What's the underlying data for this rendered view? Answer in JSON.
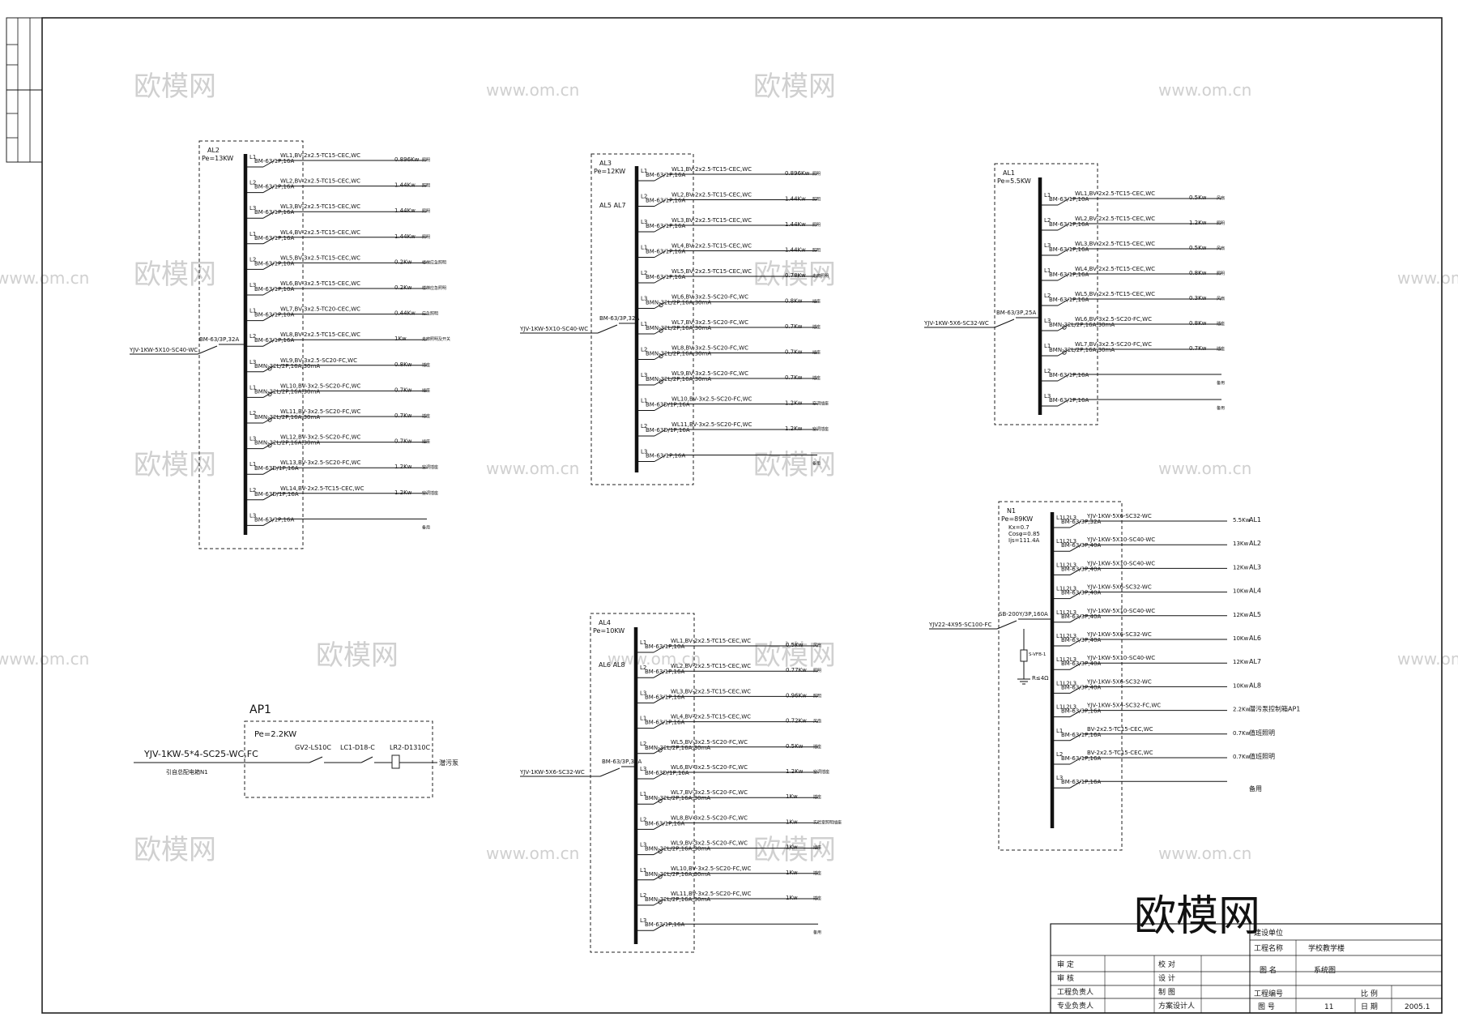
{
  "watermark": {
    "brand": "欧模网",
    "url": "www.om.cn"
  },
  "logo": "欧模网",
  "panels": [
    {
      "id": "AL2",
      "name": "AL2",
      "pe": "Pe=13KW",
      "sub": "",
      "feeder": "YJV-1KW-5X10-SC40-WC",
      "main_breaker": "BM-63/3P,32A",
      "circuits": [
        {
          "phase": "L1",
          "breaker": "BM-63/1P,16A",
          "cable": "WL1,BV-2x2.5-TC15-CEC,WC",
          "load": "0.896Kw",
          "use": "照明"
        },
        {
          "phase": "L2",
          "breaker": "BM-63/1P,16A",
          "cable": "WL2,BV-2x2.5-TC15-CEC,WC",
          "load": "1.44Kw",
          "use": "照明"
        },
        {
          "phase": "L3",
          "breaker": "BM-63/1P,16A",
          "cable": "WL3,BV-2x2.5-TC15-CEC,WC",
          "load": "1.44Kw",
          "use": "照明"
        },
        {
          "phase": "L1",
          "breaker": "BM-63/1P,16A",
          "cable": "WL4,BV-2x2.5-TC15-CEC,WC",
          "load": "1.44Kw",
          "use": "照明"
        },
        {
          "phase": "L2",
          "breaker": "BM-63/1P,10A",
          "cable": "WL5,BV-3x2.5-TC15-CEC,WC",
          "load": "0.2Kw",
          "use": "楼梯应急照明"
        },
        {
          "phase": "L3",
          "breaker": "BM-63/1P,10A",
          "cable": "WL6,BV-3x2.5-TC15-CEC,WC",
          "load": "0.2Kw",
          "use": "楼梯应急照明"
        },
        {
          "phase": "L1",
          "breaker": "BM-63/1P,10A",
          "cable": "WL7,BV-3x2.5-TC20-CEC,WC",
          "load": "0.44Kw",
          "use": "应急照明"
        },
        {
          "phase": "L2",
          "breaker": "BM-63/1P,16A",
          "cable": "WL8,BV-2x2.5-TC15-CEC,WC",
          "load": "1Kw",
          "use": "走廊照明及开关"
        },
        {
          "phase": "L3",
          "breaker": "BMN-32L/2P,16A,30mA",
          "cable": "WL9,BV-3x2.5-SC20-FC,WC",
          "load": "0.8Kw",
          "use": "插座"
        },
        {
          "phase": "L1",
          "breaker": "BMN-32L/2P,16A,30mA",
          "cable": "WL10,BV-3x2.5-SC20-FC,WC",
          "load": "0.7Kw",
          "use": "插座"
        },
        {
          "phase": "L2",
          "breaker": "BMN-32L/2P,16A,30mA",
          "cable": "WL11,BV-3x2.5-SC20-FC,WC",
          "load": "0.7Kw",
          "use": "插座"
        },
        {
          "phase": "L3",
          "breaker": "BMN-32L/2P,16A,30mA",
          "cable": "WL12,BV-3x2.5-SC20-FC,WC",
          "load": "0.7Kw",
          "use": "插座"
        },
        {
          "phase": "L1",
          "breaker": "BM-63D/1P,16A",
          "cable": "WL13,BV-3x2.5-SC20-FC,WC",
          "load": "1.2Kw",
          "use": "空调插座"
        },
        {
          "phase": "L2",
          "breaker": "BM-63D/1P,16A",
          "cable": "WL14,BV-2x2.5-TC15-CEC,WC",
          "load": "1.2Kw",
          "use": "空调插座"
        },
        {
          "phase": "L3",
          "breaker": "BM-63/1P,16A",
          "cable": "",
          "load": "",
          "use": "备用"
        }
      ]
    },
    {
      "id": "AL3",
      "name": "AL3",
      "pe": "Pe=12KW",
      "sub": "AL5  AL7",
      "feeder": "YJV-1KW-5X10-SC40-WC",
      "main_breaker": "BM-63/3P,32A",
      "circuits": [
        {
          "phase": "L1",
          "breaker": "BM-63/1P,16A",
          "cable": "WL1,BV-2x2.5-TC15-CEC,WC",
          "load": "0.896Kw",
          "use": "照明"
        },
        {
          "phase": "L2",
          "breaker": "BM-63/1P,16A",
          "cable": "WL2,BV-2x2.5-TC15-CEC,WC",
          "load": "1.44Kw",
          "use": "照明"
        },
        {
          "phase": "L3",
          "breaker": "BM-63/1P,16A",
          "cable": "WL3,BV-2x2.5-TC15-CEC,WC",
          "load": "1.44Kw",
          "use": "照明"
        },
        {
          "phase": "L1",
          "breaker": "BM-63/1P,16A",
          "cable": "WL4,BV-2x2.5-TC15-CEC,WC",
          "load": "1.44Kw",
          "use": "照明"
        },
        {
          "phase": "L2",
          "breaker": "BM-63/1P,16A",
          "cable": "WL5,BV-2x2.5-TC15-CEC,WC",
          "load": "0.78Kw",
          "use": "走廊照明"
        },
        {
          "phase": "L3",
          "breaker": "BMN-32L/2P,16A,30mA",
          "cable": "WL6,BV-3x2.5-SC20-FC,WC",
          "load": "0.8Kw",
          "use": "插座"
        },
        {
          "phase": "L1",
          "breaker": "BMN-32L/2P,16A,30mA",
          "cable": "WL7,BV-3x2.5-SC20-FC,WC",
          "load": "0.7Kw",
          "use": "插座"
        },
        {
          "phase": "L2",
          "breaker": "BMN-32L/2P,16A,30mA",
          "cable": "WL8,BV-3x2.5-SC20-FC,WC",
          "load": "0.7Kw",
          "use": "插座"
        },
        {
          "phase": "L3",
          "breaker": "BMN-32L/2P,16A,30mA",
          "cable": "WL9,BV-3x2.5-SC20-FC,WC",
          "load": "0.7Kw",
          "use": "插座"
        },
        {
          "phase": "L1",
          "breaker": "BM-63D/1P,16A",
          "cable": "WL10,BV-3x2.5-SC20-FC,WC",
          "load": "1.2Kw",
          "use": "空调插座"
        },
        {
          "phase": "L2",
          "breaker": "BM-63D/1P,16A",
          "cable": "WL11,BV-3x2.5-SC20-FC,WC",
          "load": "1.2Kw",
          "use": "空调插座"
        },
        {
          "phase": "L3",
          "breaker": "BM-63/1P,16A",
          "cable": "",
          "load": "",
          "use": "备用"
        }
      ]
    },
    {
      "id": "AL1",
      "name": "AL1",
      "pe": "Pe=5.5KW",
      "sub": "",
      "feeder": "YJV-1KW-5X6-SC32-WC",
      "main_breaker": "BM-63/3P,25A",
      "circuits": [
        {
          "phase": "L1",
          "breaker": "BM-63/1P,10A",
          "cable": "WL1,BV-2x2.5-TC15-CEC,WC",
          "load": "0.5Kw",
          "use": "风扇"
        },
        {
          "phase": "L2",
          "breaker": "BM-63/1P,16A",
          "cable": "WL2,BV-2x2.5-TC15-CEC,WC",
          "load": "1.2Kw",
          "use": "照明"
        },
        {
          "phase": "L3",
          "breaker": "BM-63/1P,16A",
          "cable": "WL3,BV-2x2.5-TC15-CEC,WC",
          "load": "0.5Kw",
          "use": "风扇"
        },
        {
          "phase": "L1",
          "breaker": "BM-63/1P,16A",
          "cable": "WL4,BV-2x2.5-TC15-CEC,WC",
          "load": "0.8Kw",
          "use": "照明"
        },
        {
          "phase": "L2",
          "breaker": "BM-63/1P,16A",
          "cable": "WL5,BV-2x2.5-TC15-CEC,WC",
          "load": "0.3Kw",
          "use": "风扇"
        },
        {
          "phase": "L3",
          "breaker": "BMN-32L/2P,16A,30mA",
          "cable": "WL6,BV-3x2.5-SC20-FC,WC",
          "load": "0.8Kw",
          "use": "插座"
        },
        {
          "phase": "L1",
          "breaker": "BMN-32L/2P,16A,30mA",
          "cable": "WL7,BV-3x2.5-SC20-FC,WC",
          "load": "0.7Kw",
          "use": "插座"
        },
        {
          "phase": "L2",
          "breaker": "BM-63/1P,16A",
          "cable": "",
          "load": "",
          "use": "备用"
        },
        {
          "phase": "L3",
          "breaker": "BM-63/1P,16A",
          "cable": "",
          "load": "",
          "use": "备用"
        }
      ]
    },
    {
      "id": "AL4",
      "name": "AL4",
      "pe": "Pe=10KW",
      "sub": "AL6  AL8",
      "feeder": "YJV-1KW-5X6-SC32-WC",
      "main_breaker": "BM-63/3P,32A",
      "circuits": [
        {
          "phase": "L1",
          "breaker": "BM-63/1P,10A",
          "cable": "WL1,BV-2x2.5-TC15-CEC,WC",
          "load": "0.5Kw",
          "use": "风扇"
        },
        {
          "phase": "L2",
          "breaker": "BM-63/1P,16A",
          "cable": "WL2,BV-2x2.5-TC15-CEC,WC",
          "load": "0.77Kw",
          "use": "照明"
        },
        {
          "phase": "L3",
          "breaker": "BM-63/1P,16A",
          "cable": "WL3,BV-2x2.5-TC15-CEC,WC",
          "load": "0.96Kw",
          "use": "照明"
        },
        {
          "phase": "L1",
          "breaker": "BM-63/1P,16A",
          "cable": "WL4,BV-2x2.5-TC15-CEC,WC",
          "load": "0.72Kw",
          "use": "风扇"
        },
        {
          "phase": "L2",
          "breaker": "BMN-32L/2P,16A,30mA",
          "cable": "WL5,BV-3x2.5-SC20-FC,WC",
          "load": "0.5Kw",
          "use": "插座"
        },
        {
          "phase": "L3",
          "breaker": "BM-63D/1P,16A",
          "cable": "WL6,BV-3x2.5-SC20-FC,WC",
          "load": "1.2Kw",
          "use": "空调插座"
        },
        {
          "phase": "L1",
          "breaker": "BMN-32L/2P,16A,30mA",
          "cable": "WL7,BV-3x2.5-SC20-FC,WC",
          "load": "1Kw",
          "use": "插座"
        },
        {
          "phase": "L2",
          "breaker": "BM-63/1P,16A",
          "cable": "WL8,BV-3x2.5-SC20-FC,WC",
          "load": "1Kw",
          "use": "实验室照明插座"
        },
        {
          "phase": "L3",
          "breaker": "BMN-32L/2P,16A,30mA",
          "cable": "WL9,BV-3x2.5-SC20-FC,WC",
          "load": "1Kw",
          "use": "插座"
        },
        {
          "phase": "L1",
          "breaker": "BMN-32L/2P,16A,30mA",
          "cable": "WL10,BV-3x2.5-SC20-FC,WC",
          "load": "1Kw",
          "use": "插座"
        },
        {
          "phase": "L2",
          "breaker": "BMN-32L/2P,16A,30mA",
          "cable": "WL11,BV-3x2.5-SC20-FC,WC",
          "load": "1Kw",
          "use": "插座"
        },
        {
          "phase": "L3",
          "breaker": "BM-63/1P,16A",
          "cable": "",
          "load": "",
          "use": "备用"
        }
      ]
    },
    {
      "id": "N1",
      "name": "N1",
      "pe": "Pe=89KW",
      "sub": "",
      "params": [
        "Kx=0.7",
        "Cosφ=0.85",
        "Ijs=111.4A"
      ],
      "feeder": "YJV22-4X95-SC100-FC",
      "main_breaker": "SB-200Y/3P,160A",
      "spd": "S-VFB-1",
      "ground": "R≤4Ω",
      "circuits": [
        {
          "phase": "L1L2L3",
          "breaker": "BM-63/3P,32A",
          "cable": "YJV-1KW-5X6-SC32-WC",
          "load": "5.5Kw",
          "use": "AL1"
        },
        {
          "phase": "L1L2L3",
          "breaker": "BM-63/3P,40A",
          "cable": "YJV-1KW-5X10-SC40-WC",
          "load": "13Kw",
          "use": "AL2"
        },
        {
          "phase": "L1L2L3",
          "breaker": "BM-63/3P,40A",
          "cable": "YJV-1KW-5X10-SC40-WC",
          "load": "12Kw",
          "use": "AL3"
        },
        {
          "phase": "L1L2L3",
          "breaker": "BM-63/3P,40A",
          "cable": "YJV-1KW-5X6-SC32-WC",
          "load": "10Kw",
          "use": "AL4"
        },
        {
          "phase": "L1L2L3",
          "breaker": "BM-63/3P,40A",
          "cable": "YJV-1KW-5X10-SC40-WC",
          "load": "12Kw",
          "use": "AL5"
        },
        {
          "phase": "L1L2L3",
          "breaker": "BM-63/3P,40A",
          "cable": "YJV-1KW-5X6-SC32-WC",
          "load": "10Kw",
          "use": "AL6"
        },
        {
          "phase": "L1L2L3",
          "breaker": "BM-63/3P,40A",
          "cable": "YJV-1KW-5X10-SC40-WC",
          "load": "12Kw",
          "use": "AL7"
        },
        {
          "phase": "L1L2L3",
          "breaker": "BM-63/3P,40A",
          "cable": "YJV-1KW-5X6-SC32-WC",
          "load": "10Kw",
          "use": "AL8"
        },
        {
          "phase": "L1L2L3",
          "breaker": "BM-63/3P,16A",
          "cable": "YJV-1KW-5X4-SC32-FC,WC",
          "load": "2.2Kw",
          "use": "潜污泵控制箱AP1"
        },
        {
          "phase": "L1",
          "breaker": "BM-63/1P,16A",
          "cable": "BV-2x2.5-TC15-CEC,WC",
          "load": "0.7Kw",
          "use": "值班照明"
        },
        {
          "phase": "L2",
          "breaker": "BM-63/1P,16A",
          "cable": "BV-2x2.5-TC15-CEC,WC",
          "load": "0.7Kw",
          "use": "值班照明"
        },
        {
          "phase": "L3",
          "breaker": "BM-63/1P,16A",
          "cable": "",
          "load": "",
          "use": "备用"
        }
      ]
    }
  ],
  "ap1": {
    "title": "AP1",
    "pe": "Pe=2.2KW",
    "feeder": "YJV-1KW-5*4-SC25-WC,FC",
    "from": "引自总配电箱N1",
    "devices": [
      "GV2-LS10C",
      "LC1-D18-C",
      "LR2-D1310C"
    ],
    "load": "潜污泵"
  },
  "title_block": {
    "rows": [
      {
        "a": "审  定",
        "b": "",
        "c": "校  对",
        "d": ""
      },
      {
        "a": "审  核",
        "b": "",
        "c": "设  计",
        "d": ""
      },
      {
        "a": "工程负责人",
        "b": "",
        "c": "制  图",
        "d": ""
      },
      {
        "a": "专业负责人",
        "b": "",
        "c": "方案设计人",
        "d": ""
      }
    ],
    "company": "建设单位",
    "project_label": "工程名称",
    "project": "学校教学楼",
    "drawing_label": "图  名",
    "drawing": "系统图",
    "number_label": "工程编号",
    "scale_label": "比  例",
    "scale": "",
    "sheet_label": "图  号",
    "sheet": "11",
    "date_label": "日  期",
    "date": "2005.1"
  }
}
